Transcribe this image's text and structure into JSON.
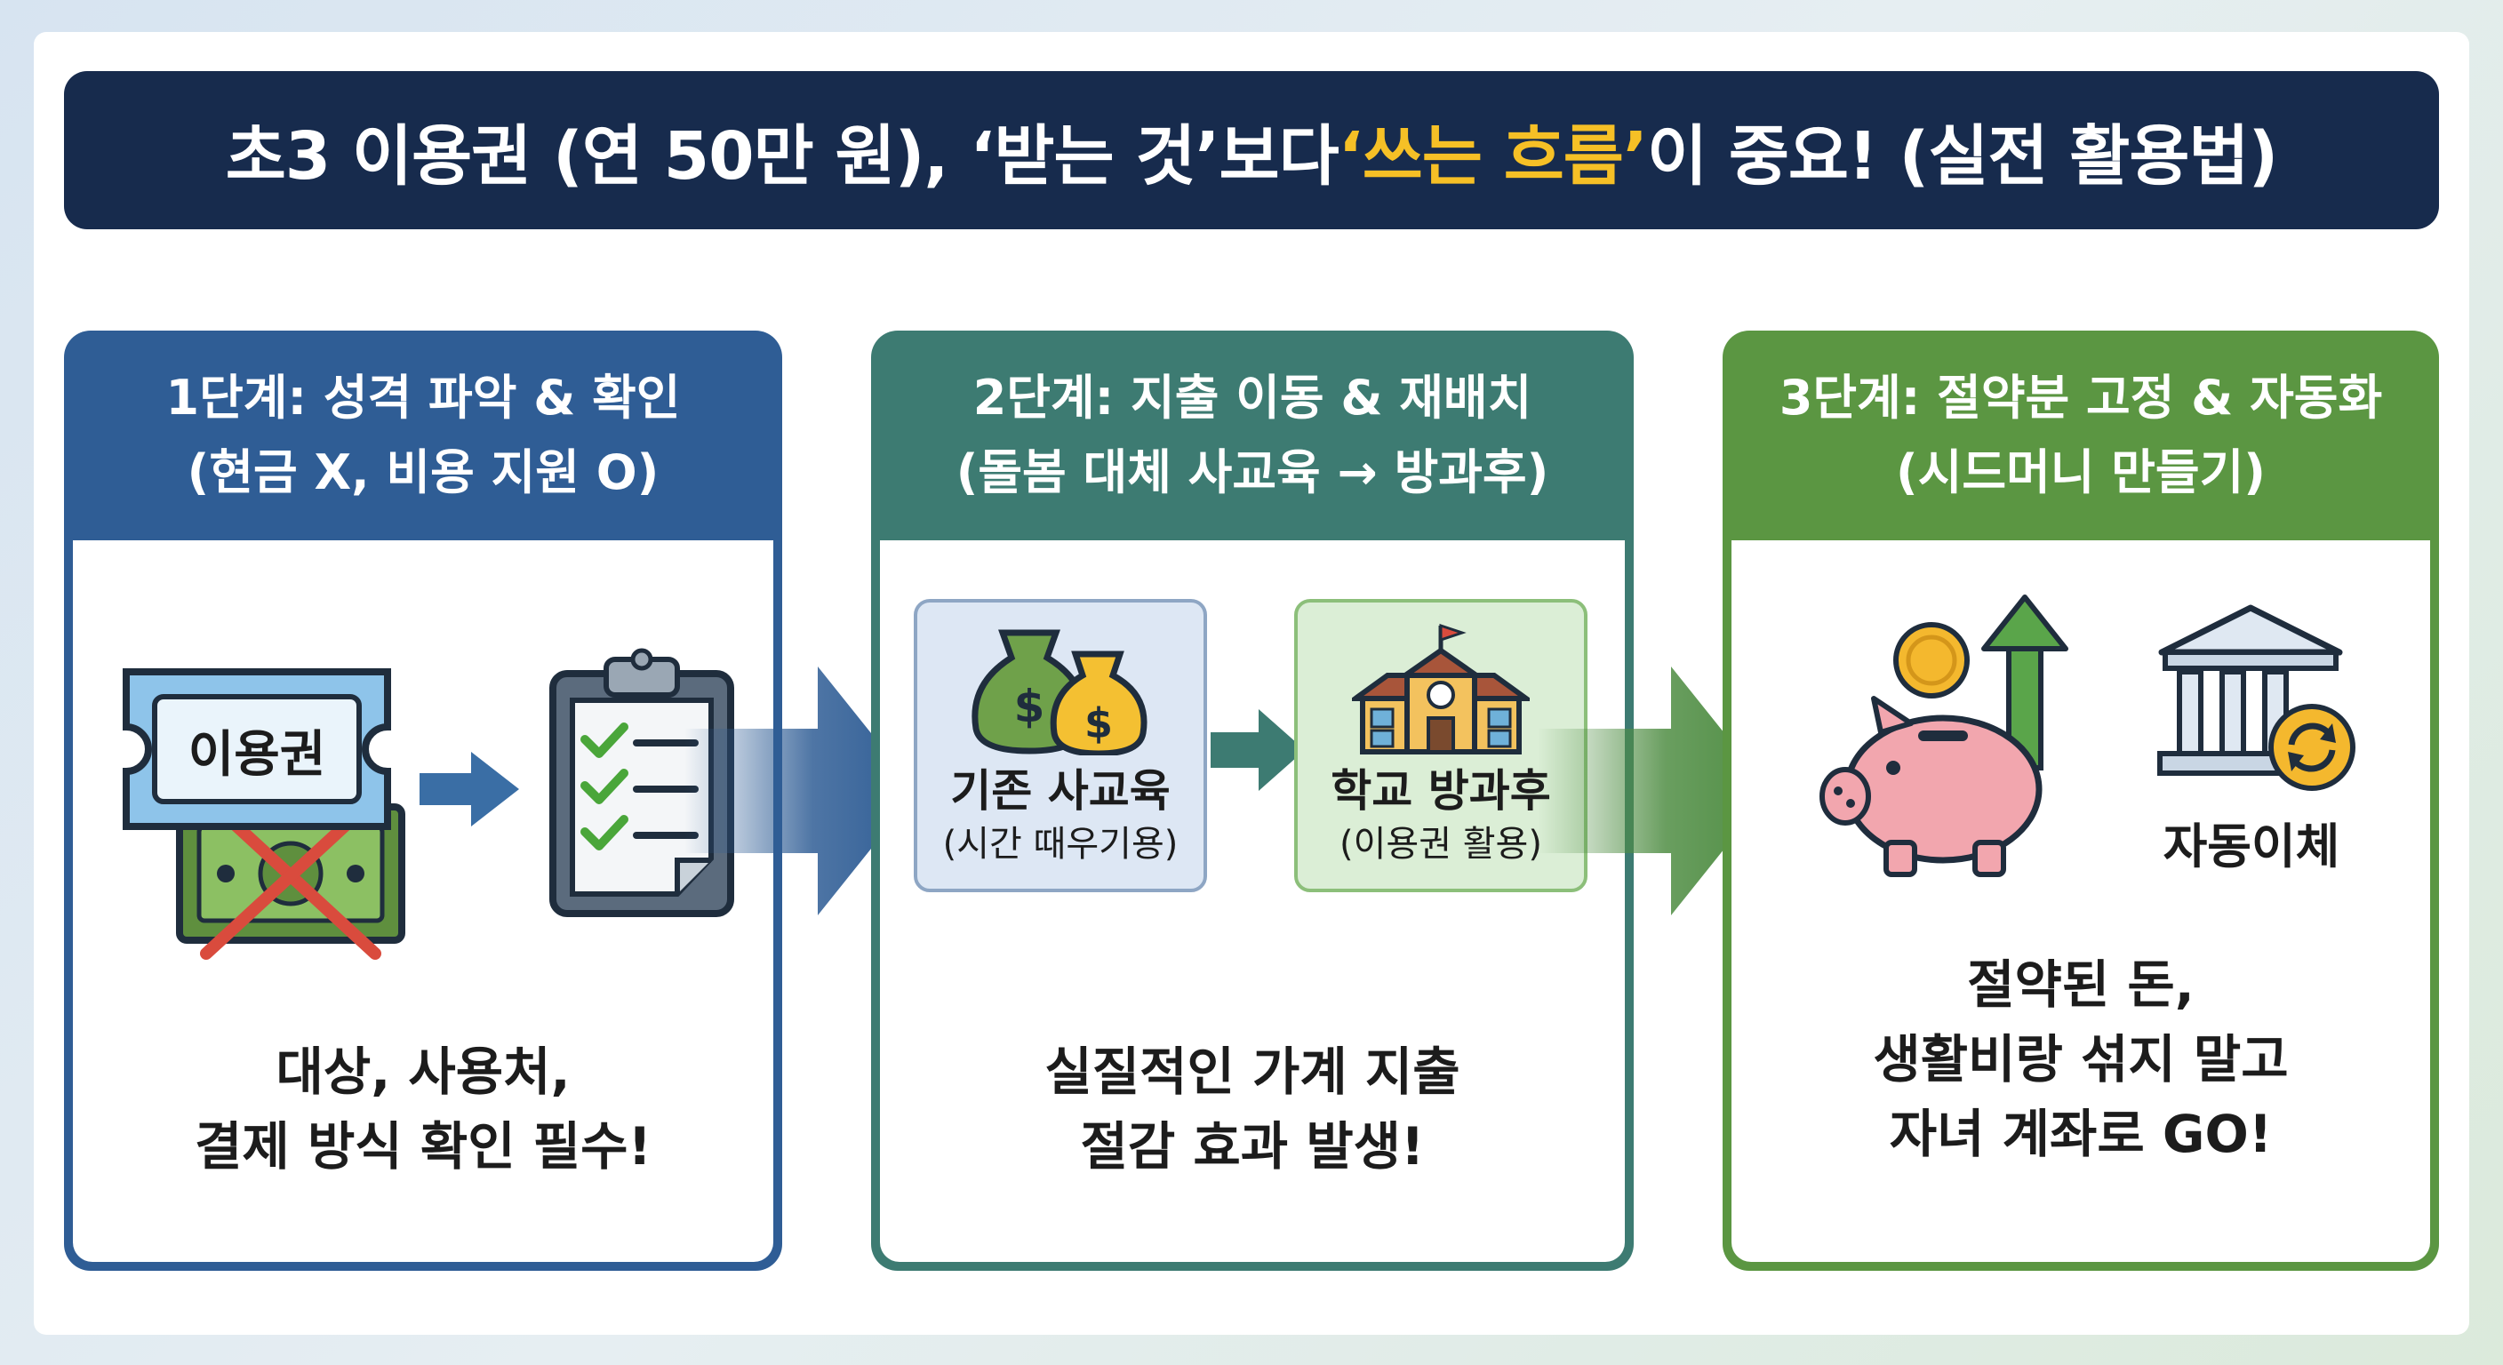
{
  "title": {
    "before": "초3 이용권 (연 50만 원), ‘받는 것’보다 ",
    "highlight": "‘쓰는 흐름’",
    "after": "이 중요! (실전 활용법)"
  },
  "steps": [
    {
      "heading": "1단계: 성격 파악 & 확인",
      "subheading": "(현금 X, 비용 지원 O)",
      "ticket_label": "이용권",
      "body_lines": [
        "대상, 사용처,",
        "결제 방식 확인 필수!"
      ]
    },
    {
      "heading": "2단계: 지출 이동 & 재배치",
      "subheading": "(돌봄 대체 사교육 → 방과후)",
      "from_box": {
        "label": "기존 사교육",
        "sub": "(시간 때우기용)"
      },
      "to_box": {
        "label": "학교 방과후",
        "sub": "(이용권 활용)"
      },
      "body_lines": [
        "실질적인 가계 지출",
        "절감 효과 발생!"
      ]
    },
    {
      "heading": "3단계: 절약분 고정 & 자동화",
      "subheading": "(시드머니 만들기)",
      "auto_label": "자동이체",
      "body_lines": [
        "절약된 돈,",
        "생활비랑 섞지 말고",
        "자녀 계좌로 GO!"
      ]
    }
  ],
  "icons": [
    "ticket-icon",
    "cash-crossed-icon",
    "clipboard-checklist-icon",
    "money-bags-icon",
    "school-icon",
    "piggy-bank-icon",
    "coin-icon",
    "up-arrow-icon",
    "bank-icon",
    "sync-icon"
  ],
  "colors": {
    "title_bg": "#172b4d",
    "title_highlight": "#f6c026",
    "step1": "#2f5d95",
    "step2": "#3d7b72",
    "step3": "#5b9642"
  }
}
